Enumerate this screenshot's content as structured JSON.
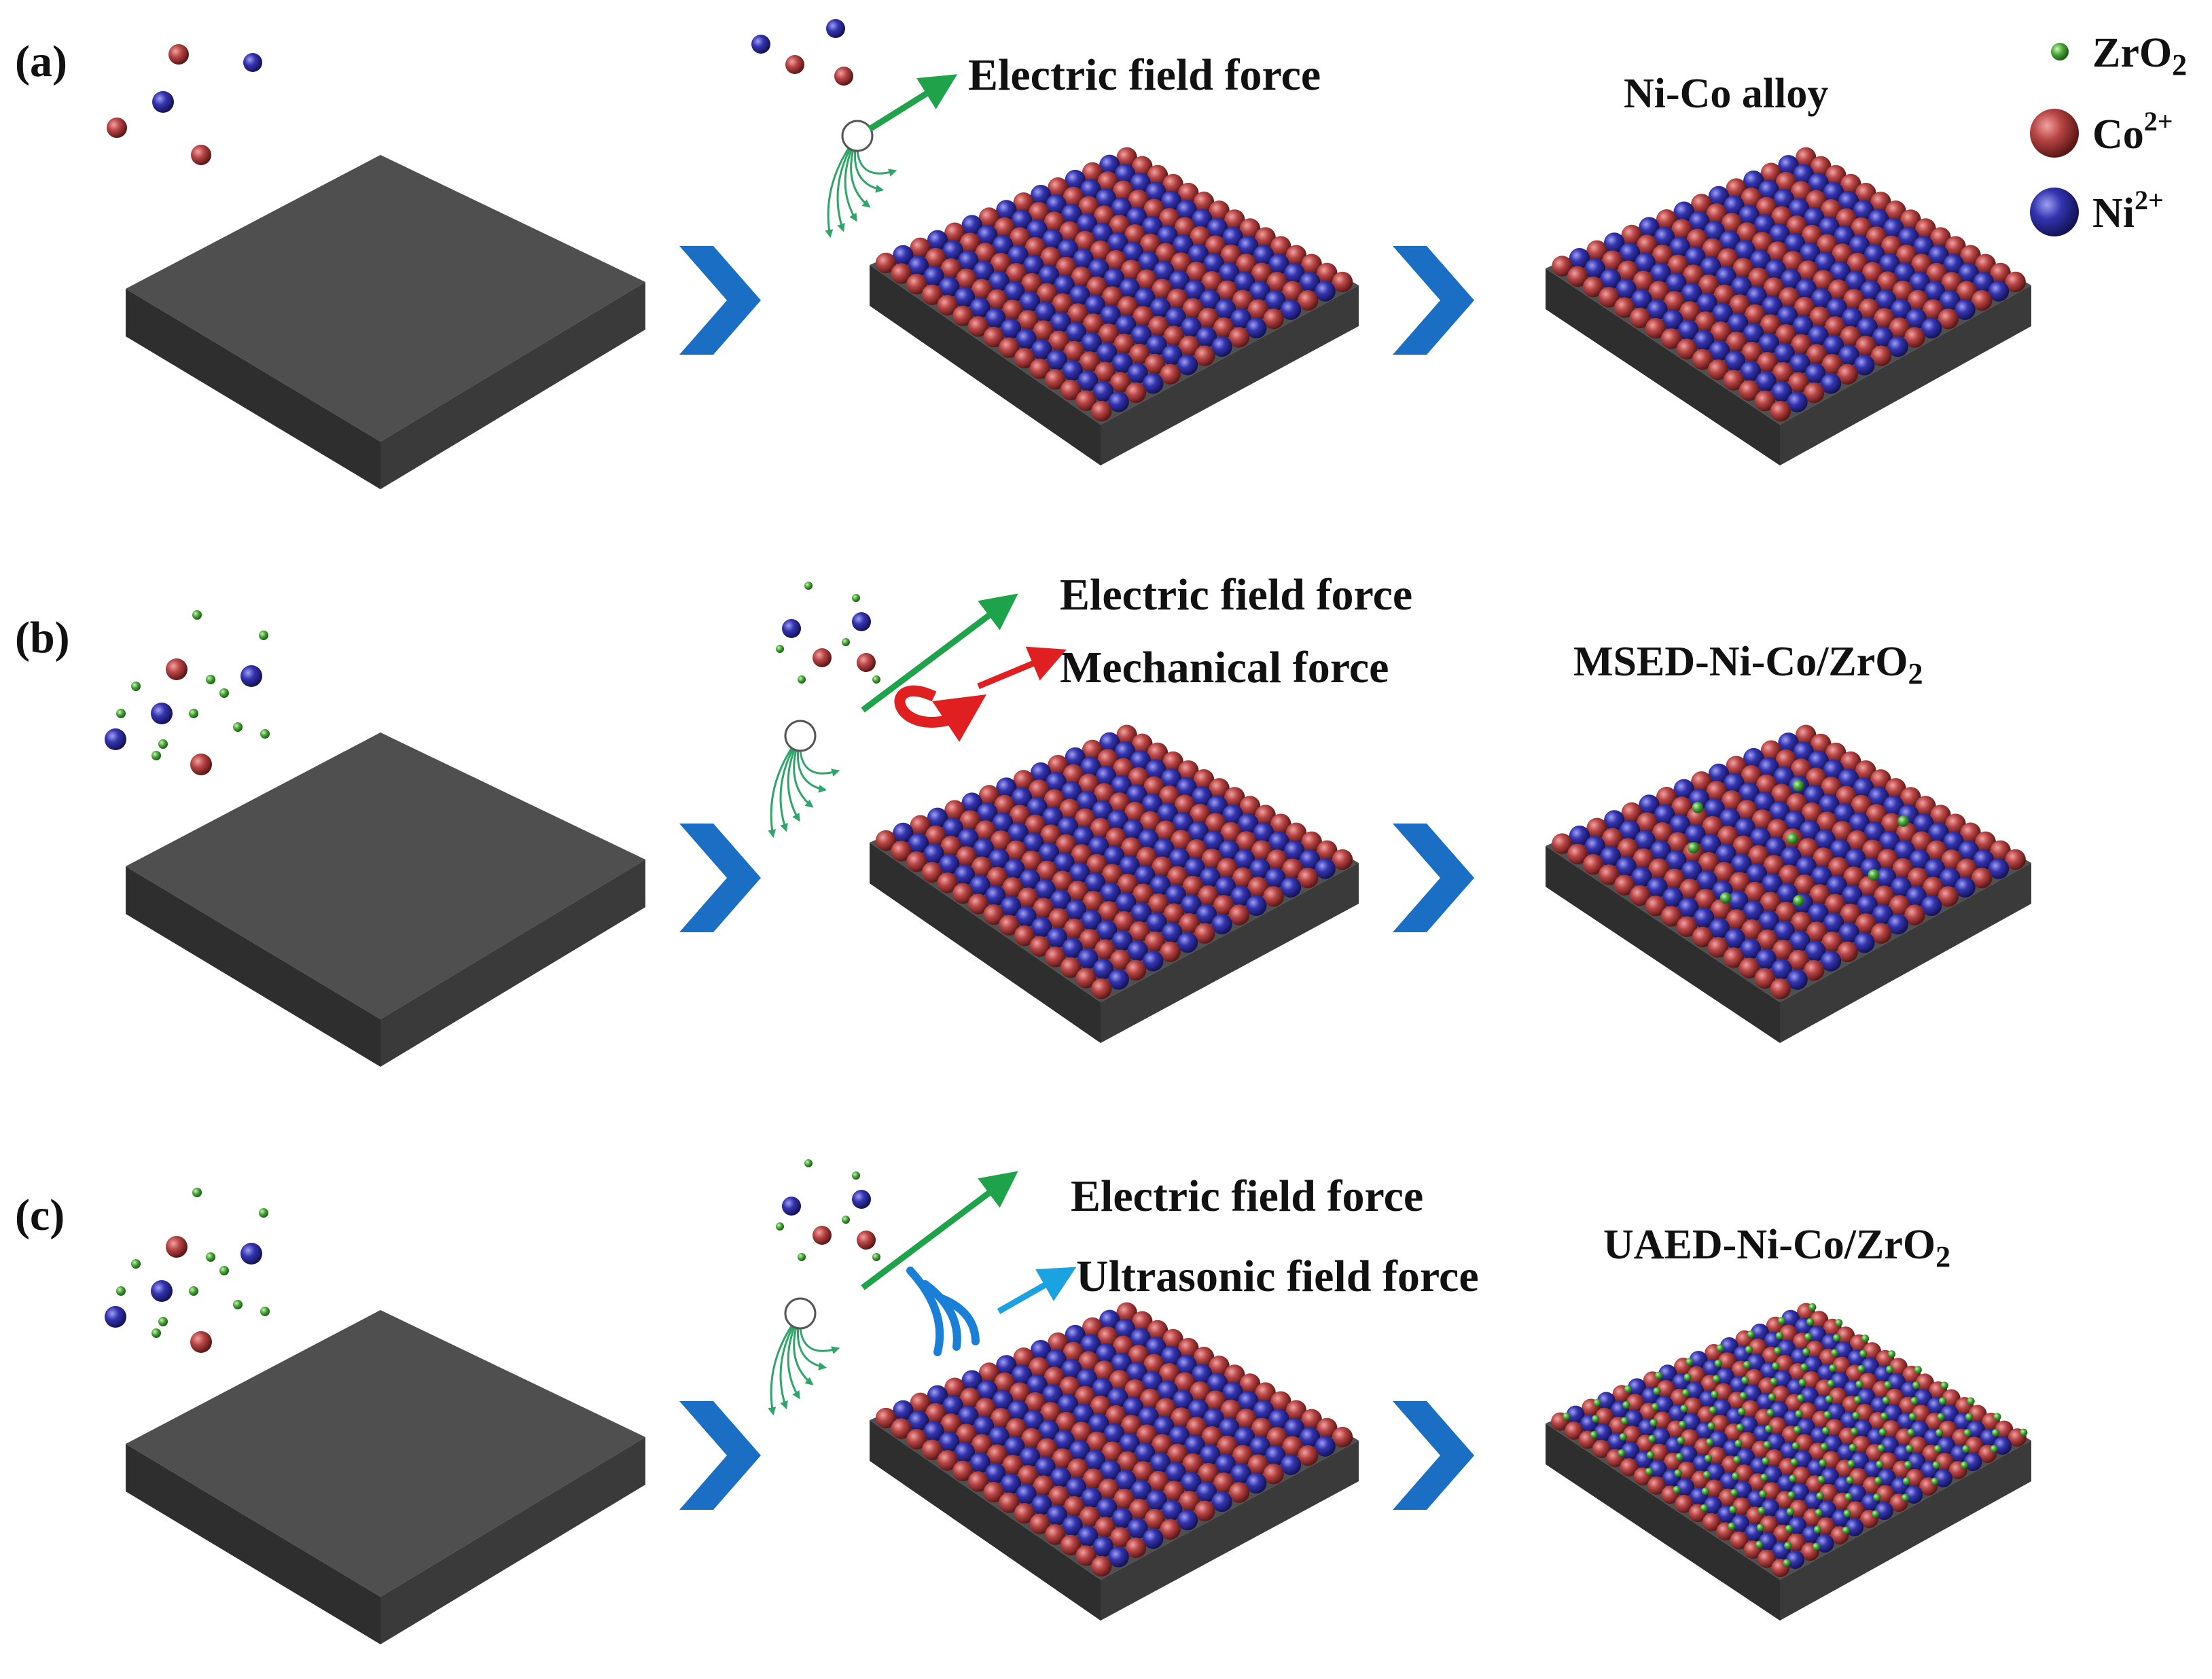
{
  "legend": {
    "items": [
      {
        "label": "ZrO",
        "sub": "2",
        "sup": "",
        "color": "#4aa83a",
        "kind": "small"
      },
      {
        "label": "Co",
        "sub": "",
        "sup": "2+",
        "color": "#a93b3b",
        "kind": "large"
      },
      {
        "label": "Ni",
        "sub": "",
        "sup": "2+",
        "color": "#2a2a96",
        "kind": "large"
      }
    ]
  },
  "rows": [
    {
      "tag": "(a)",
      "forces": [
        "Electric field force"
      ],
      "result": {
        "main": "Ni-Co alloy",
        "sub": ""
      },
      "result_surface": "alloy"
    },
    {
      "tag": "(b)",
      "forces": [
        "Electric field force",
        "Mechanical force"
      ],
      "result": {
        "main": "MSED-Ni-Co/ZrO",
        "sub": "2"
      },
      "result_surface": "sparse"
    },
    {
      "tag": "(c)",
      "forces": [
        "Electric field force",
        "Ultrasonic field force"
      ],
      "result": {
        "main": "UAED-Ni-Co/ZrO",
        "sub": "2"
      },
      "result_surface": "uniform"
    }
  ],
  "colors": {
    "substrate_top": "#4f4f4f",
    "substrate_front": "#2e2e2e",
    "substrate_side": "#3a3a3a",
    "chevron": "#1a6fc4",
    "co": "#a93b3b",
    "ni": "#2a2a96",
    "zro2": "#4aa83a",
    "electric_arrow": "#1fa34a",
    "mechanical_arrow": "#e02020",
    "ultrasonic_arrow": "#1aa3e0",
    "ultrasonic_waves": "#1a7fd6"
  }
}
